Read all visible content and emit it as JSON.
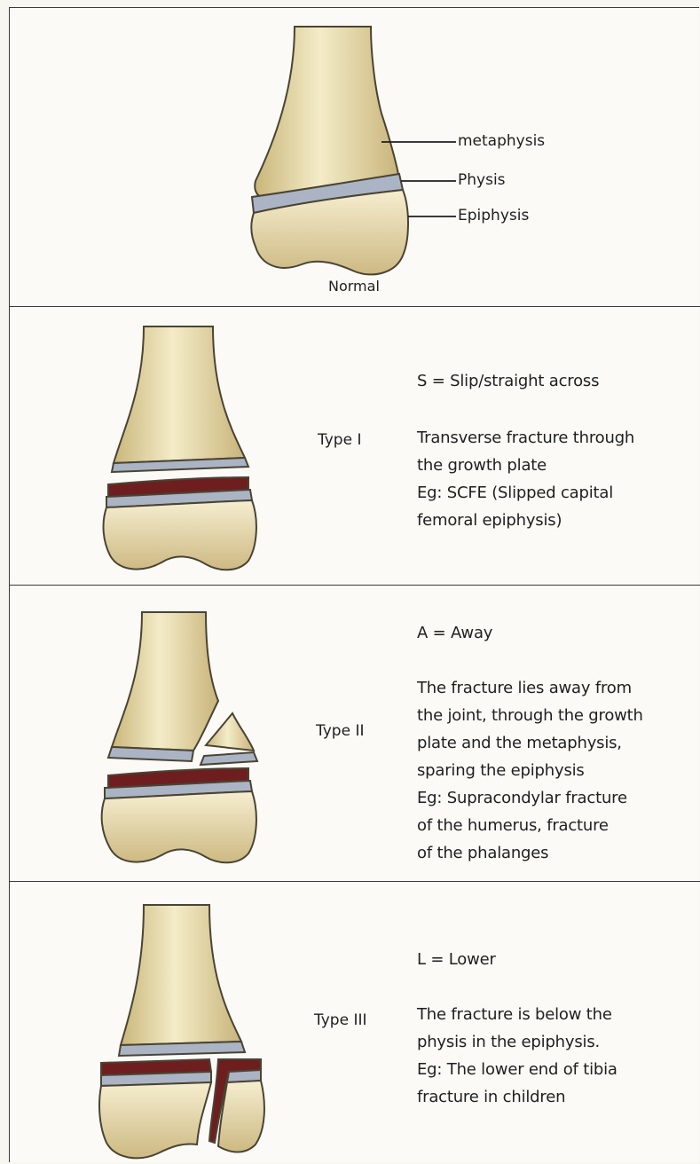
{
  "colors": {
    "bone": "#ecdfae",
    "bone_outline": "#4a4434",
    "physis": "#aab4c4",
    "fracture_red": "#6e1e1e",
    "line": "#3a3a3a"
  },
  "normal": {
    "caption": "Normal",
    "labels": {
      "metaphysis": "metaphysis",
      "physis": "Physis",
      "epiphysis": "Epiphysis"
    }
  },
  "types": [
    {
      "type_label": "Type I",
      "mnemonic": "S = Slip/straight across",
      "lines": [
        "Transverse fracture through",
        "the growth plate",
        "Eg: SCFE (Slipped capital",
        "femoral epiphysis)"
      ]
    },
    {
      "type_label": "Type II",
      "mnemonic": "A = Away",
      "lines": [
        "The fracture lies away from",
        "the joint, through the growth",
        "plate and the metaphysis,",
        "sparing the epiphysis",
        "Eg: Supracondylar fracture",
        "of the humerus, fracture",
        "of the phalanges"
      ]
    },
    {
      "type_label": "Type III",
      "mnemonic": "L = Lower",
      "lines": [
        "The fracture is below the",
        "physis in the epiphysis.",
        "Eg: The lower end of tibia",
        "fracture in children"
      ]
    }
  ]
}
